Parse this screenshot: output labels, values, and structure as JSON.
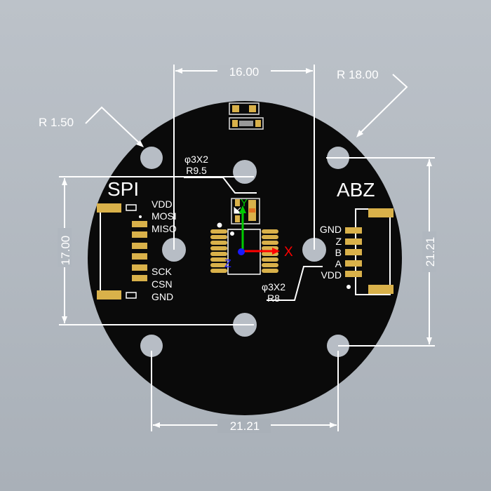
{
  "dimensions": {
    "top_width": "16.00",
    "outer_radius": "R 18.00",
    "hole_radius": "R 1.50",
    "left_height": "17.00",
    "right_height": "21.21",
    "bottom_width": "21.21"
  },
  "hole_notes": {
    "inner_top": {
      "line1": "φ3X2",
      "line2": "R9.5"
    },
    "inner_right": {
      "line1": "φ3X2",
      "line2": "R8"
    }
  },
  "spi": {
    "title": "SPI",
    "pins": [
      "VDD",
      "MOSI",
      "MISO",
      "SCK",
      "CSN",
      "GND"
    ]
  },
  "abz": {
    "title": "ABZ",
    "pins": [
      "GND",
      "Z",
      "B",
      "A",
      "VDD"
    ]
  },
  "axes": {
    "x": "X",
    "y": "Y",
    "z": "Z"
  },
  "colors": {
    "board": "#0a0a0a",
    "pad": "#d9b14a",
    "x_axis": "#ff0000",
    "y_axis": "#00cc00",
    "z_axis": "#0000ff"
  }
}
